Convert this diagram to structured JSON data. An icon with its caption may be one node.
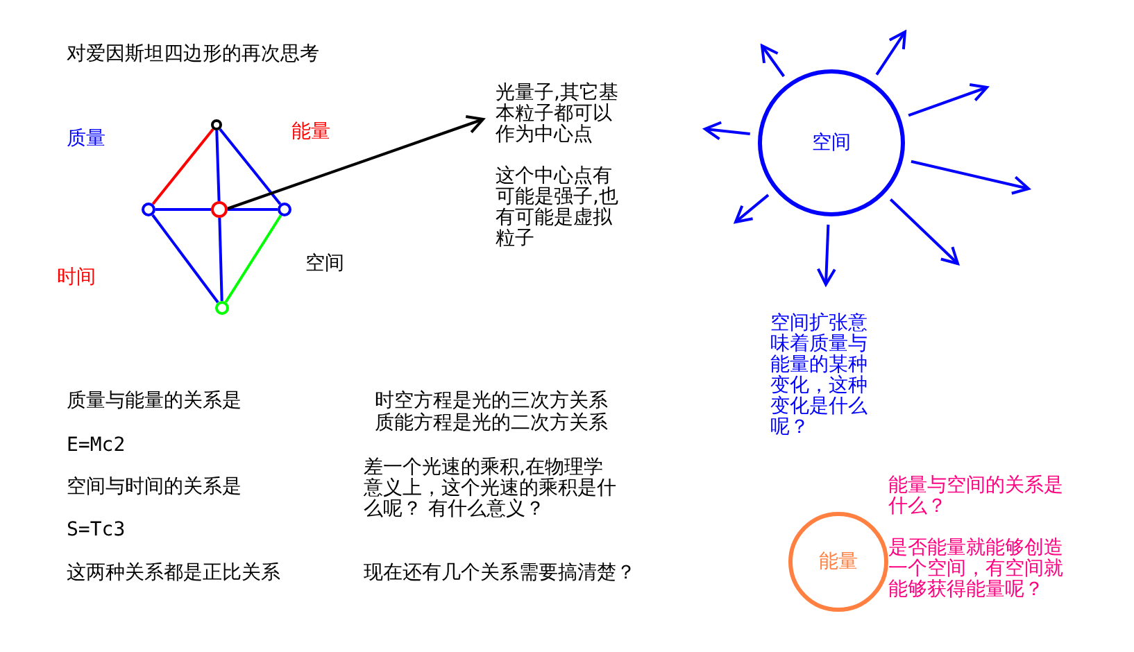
{
  "diagram": {
    "title": "对爱因斯坦四边形的再次思考",
    "nodes": [
      {
        "text": [],
        "shape": "circle"
      },
      {
        "text": [],
        "shape": "circle"
      },
      {
        "text": [],
        "shape": "circle"
      },
      {
        "text": [],
        "shape": "circle"
      },
      {
        "text": [],
        "shape": "circle"
      },
      {
        "text": [
          "光量子,其它基本粒子都可以作为中心点",
          "这个中心点有可能是强子,也有可能是虚拟粒子"
        ]
      },
      {
        "text": [
          "空间"
        ]
      },
      {
        "text": [
          "能量"
        ]
      }
    ],
    "edges": [
      {
        "from": 0,
        "to": 1,
        "arrow": "none",
        "color": "#ff0000"
      },
      {
        "from": 0,
        "to": 2,
        "arrow": "none"
      },
      {
        "from": 0,
        "to": 3,
        "arrow": "none"
      },
      {
        "from": 1,
        "to": 2,
        "arrow": "none"
      },
      {
        "from": 2,
        "to": 3,
        "arrow": "none"
      },
      {
        "from": 1,
        "to": 4,
        "arrow": "none"
      },
      {
        "from": 2,
        "to": 4,
        "arrow": "none"
      },
      {
        "from": 3,
        "to": 4,
        "arrow": "none",
        "color": "#00ff00"
      },
      {
        "from": 2,
        "to": 5,
        "arrow": "to",
        "color": "#000000"
      },
      {
        "from": 6,
        "to": null,
        "arrow": "to"
      },
      {
        "from": 6,
        "to": null,
        "arrow": "to"
      },
      {
        "from": 6,
        "to": null,
        "arrow": "to"
      },
      {
        "from": 6,
        "to": null,
        "arrow": "to"
      },
      {
        "from": 6,
        "to": null,
        "arrow": "to"
      },
      {
        "from": 6,
        "to": null,
        "arrow": "to"
      },
      {
        "from": 6,
        "to": null,
        "arrow": "to"
      },
      {
        "from": 6,
        "to": null,
        "arrow": "to"
      }
    ],
    "labels": [
      "质量",
      "能量",
      "时间",
      "空间",
      "空间扩张意味着质量与能量的某种变化，这种变化是什么呢？",
      "质量与能量的关系是",
      "时空方程是光的三次方关系",
      "质能方程是光的二次方关系",
      "E=Mc2",
      "差一个光速的乘积,在物理学意义上，这个光速的乘积是什么呢？ 有什么意义？",
      "能量与空间的关系是什么？",
      "空间与时间的关系是",
      "S=Tc3",
      "是否能量就能够创造一个空间，有空间就能够获得能量呢？",
      "这两种关系都是正比关系",
      "现在还有几个关系需要搞清楚？"
    ]
  }
}
